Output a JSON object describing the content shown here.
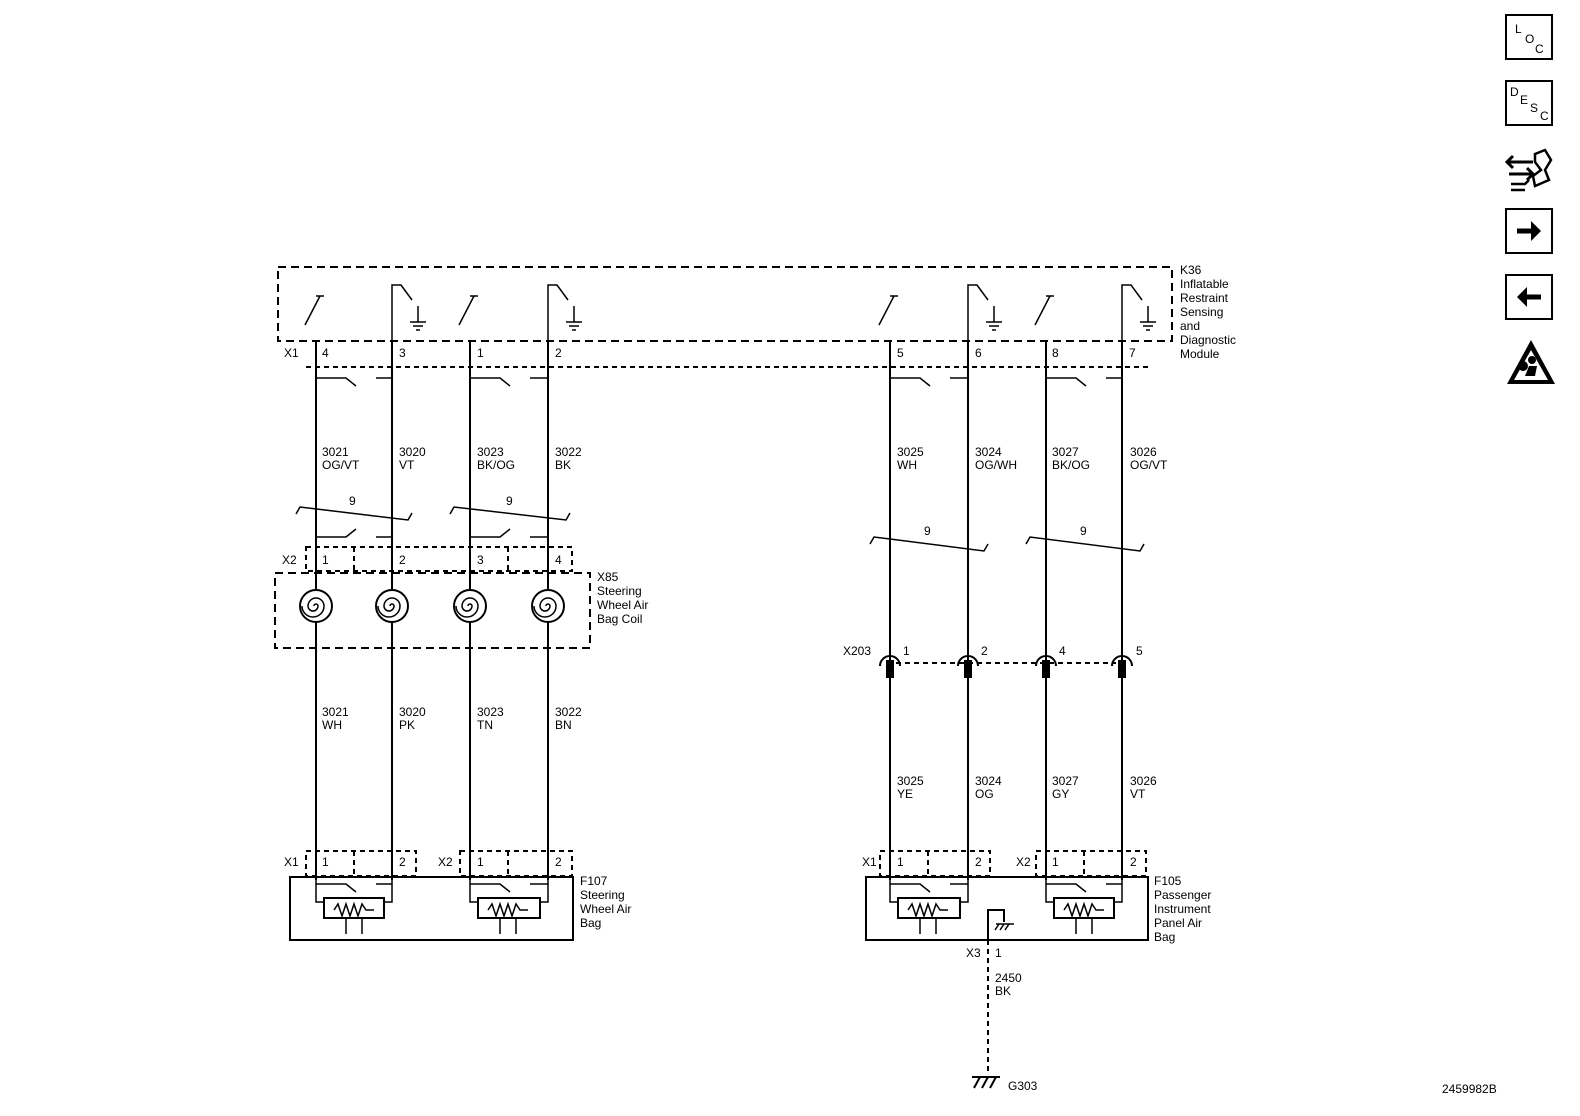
{
  "modules": {
    "k36": {
      "ref": "K36",
      "lines": [
        "Inflatable",
        "Restraint",
        "Sensing",
        "and",
        "Diagnostic",
        "Module"
      ]
    },
    "x85": {
      "ref": "X85",
      "lines": [
        "Steering",
        "Wheel Air",
        "Bag Coil"
      ]
    },
    "f107": {
      "ref": "F107",
      "lines": [
        "Steering",
        "Wheel Air",
        "Bag"
      ]
    },
    "f105": {
      "ref": "F105",
      "lines": [
        "Passenger",
        "Instrument",
        "Panel Air",
        "Bag"
      ]
    }
  },
  "connectors": {
    "k36_x1": "X1",
    "x85_x2": "X2",
    "x203": "X203",
    "f107_x1": "X1",
    "f107_x2": "X2",
    "f105_x1": "X1",
    "f105_x2": "X2",
    "ground_x3": "X3"
  },
  "pins": {
    "k36": [
      "4",
      "3",
      "1",
      "2",
      "5",
      "6",
      "8",
      "7"
    ],
    "x85": [
      "1",
      "2",
      "3",
      "4"
    ],
    "x203": [
      "1",
      "2",
      "4",
      "5"
    ],
    "f107": [
      "1",
      "2",
      "1",
      "2"
    ],
    "f105": [
      "1",
      "2",
      "1",
      "2"
    ],
    "x3": "1"
  },
  "wires_upper": [
    {
      "circuit": "3021",
      "color": "OG/VT"
    },
    {
      "circuit": "3020",
      "color": "VT"
    },
    {
      "circuit": "3023",
      "color": "BK/OG"
    },
    {
      "circuit": "3022",
      "color": "BK"
    },
    {
      "circuit": "3025",
      "color": "WH"
    },
    {
      "circuit": "3024",
      "color": "OG/WH"
    },
    {
      "circuit": "3027",
      "color": "BK/OG"
    },
    {
      "circuit": "3026",
      "color": "OG/VT"
    }
  ],
  "wires_lower": [
    {
      "circuit": "3021",
      "color": "WH"
    },
    {
      "circuit": "3020",
      "color": "PK"
    },
    {
      "circuit": "3023",
      "color": "TN"
    },
    {
      "circuit": "3022",
      "color": "BN"
    },
    {
      "circuit": "3025",
      "color": "YE"
    },
    {
      "circuit": "3024",
      "color": "OG"
    },
    {
      "circuit": "3027",
      "color": "GY"
    },
    {
      "circuit": "3026",
      "color": "VT"
    }
  ],
  "twist_labels": [
    "9",
    "9",
    "9",
    "9"
  ],
  "ground_wire": {
    "circuit": "2450",
    "color": "BK"
  },
  "ground_ref": "G303",
  "figure_id": "2459982B",
  "nav": {
    "loc": {
      "l1": "L",
      "l2": "O",
      "l3": "C"
    },
    "desc": {
      "l1": "D",
      "l2": "E",
      "l3": "S",
      "l4": "C"
    }
  }
}
